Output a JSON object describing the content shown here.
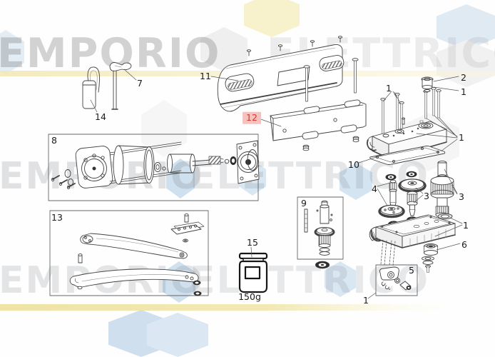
{
  "watermark": {
    "rows": [
      {
        "left": "EMPORIO",
        "right": "ELETTRICO"
      },
      {
        "left": "EMPORIO",
        "right": "ELETTRICO"
      },
      {
        "left": "EMPORIO",
        "right": "ELETTRICO"
      }
    ],
    "colors": {
      "hex_blue": "#cfe0ef",
      "hex_blue_light": "#dce9f3",
      "hex_yellow": "#f6efc3",
      "hex_gray": "#ededed",
      "stripe_yellow": "#f2e8b2"
    }
  },
  "diagram": {
    "highlight_bg": "#f6c2c0",
    "highlight_text": "#d43a2c",
    "labels": {
      "l1a": "1",
      "l1b": "1",
      "l1c": "1",
      "l1d": "1",
      "l1e": "1",
      "l2": "2",
      "l3a": "3",
      "l3b": "3",
      "l4": "4",
      "l5": "5",
      "l6": "6",
      "l7": "7",
      "l8": "8",
      "l9": "9",
      "l10": "10",
      "l11": "11",
      "l12": "12",
      "l13": "13",
      "l14": "14",
      "l15": "15",
      "grease_weight": "150g"
    }
  }
}
